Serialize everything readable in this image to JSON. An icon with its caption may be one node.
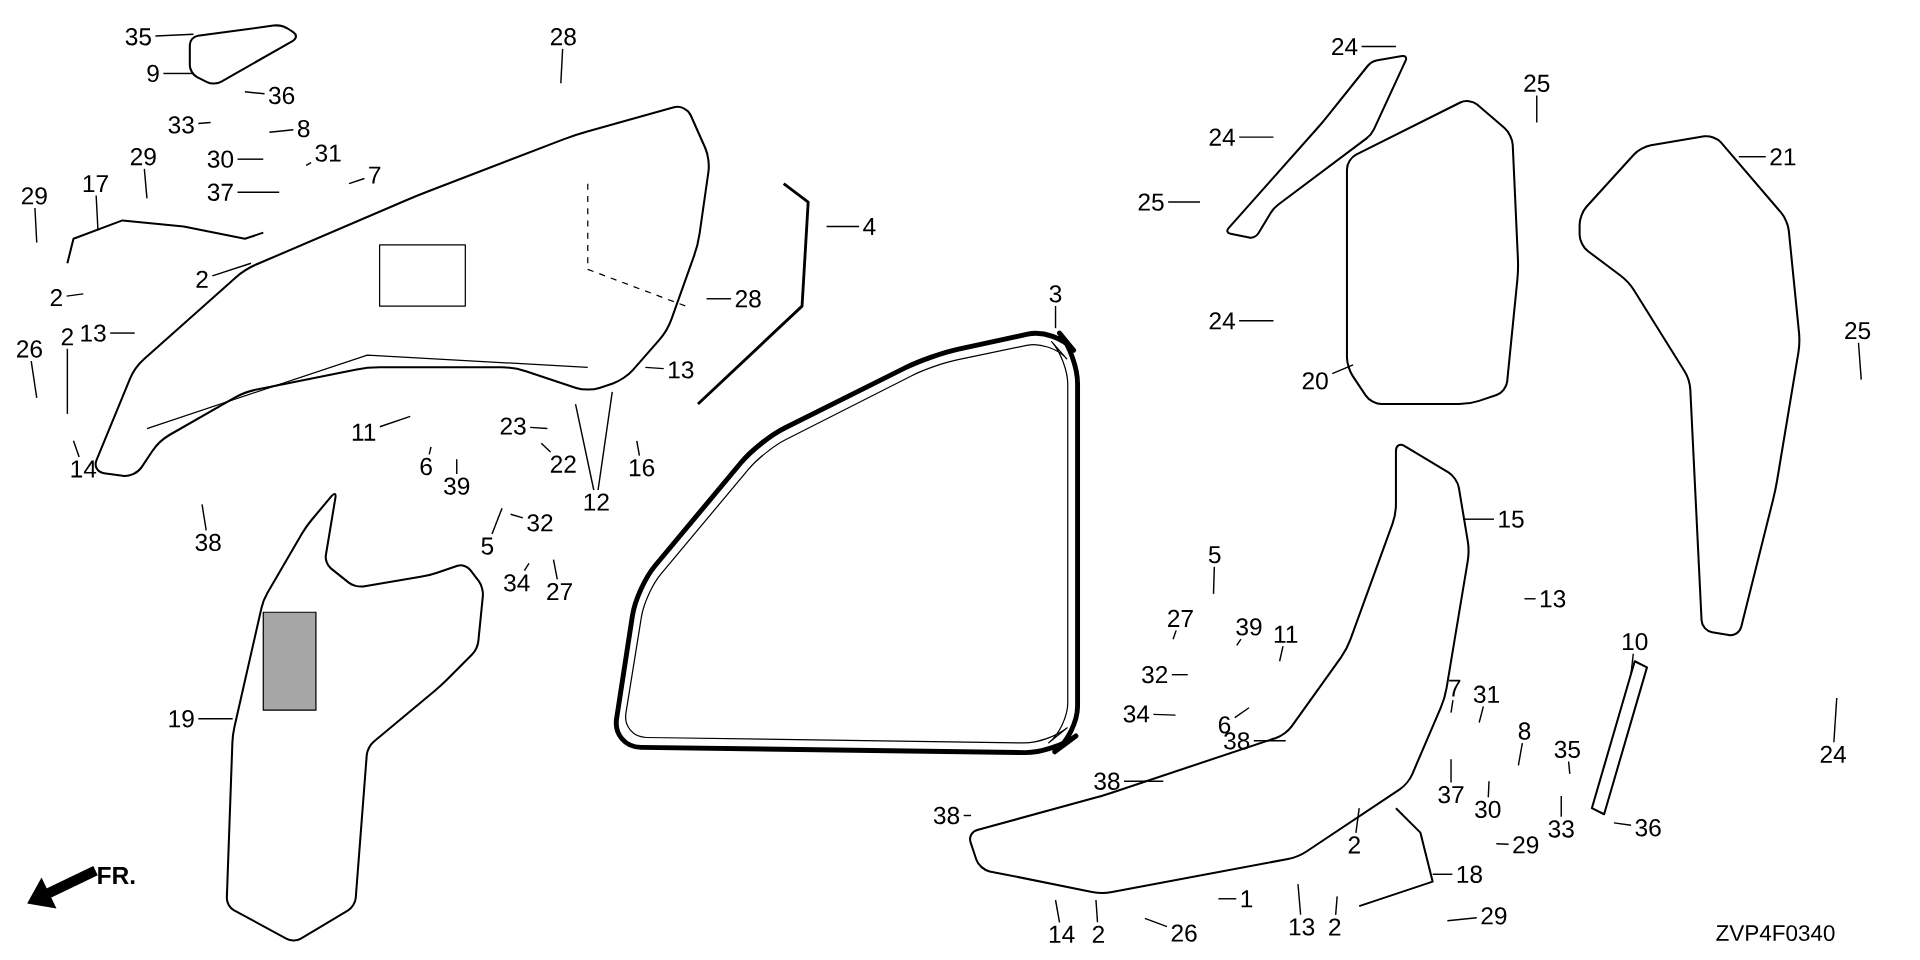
{
  "diagram": {
    "nodes": [
      {
        "text": [
          "35"
        ]
      },
      {
        "text": [
          "9"
        ]
      },
      {
        "text": [
          "36"
        ]
      },
      {
        "text": [
          "33"
        ]
      },
      {
        "text": [
          "8"
        ]
      },
      {
        "text": [
          "30"
        ]
      },
      {
        "text": [
          "31"
        ]
      },
      {
        "text": [
          "37"
        ]
      },
      {
        "text": [
          "7"
        ]
      },
      {
        "text": [
          "29"
        ]
      },
      {
        "text": [
          "17"
        ]
      },
      {
        "text": [
          "29"
        ]
      },
      {
        "text": [
          "2"
        ]
      },
      {
        "text": [
          "2"
        ]
      },
      {
        "text": [
          "13"
        ]
      },
      {
        "text": [
          "26"
        ]
      },
      {
        "text": [
          "2"
        ]
      },
      {
        "text": [
          "14"
        ]
      },
      {
        "text": [
          "38"
        ]
      },
      {
        "text": [
          "11"
        ]
      },
      {
        "text": [
          "6"
        ]
      },
      {
        "text": [
          "39"
        ]
      },
      {
        "text": [
          "5"
        ]
      },
      {
        "text": [
          "32"
        ]
      },
      {
        "text": [
          "34"
        ]
      },
      {
        "text": [
          "27"
        ]
      },
      {
        "text": [
          "22"
        ]
      },
      {
        "text": [
          "23"
        ]
      },
      {
        "text": [
          "12"
        ]
      },
      {
        "text": [
          "16"
        ]
      },
      {
        "text": [
          "13"
        ]
      },
      {
        "text": [
          "28"
        ]
      },
      {
        "text": [
          "28"
        ]
      },
      {
        "text": [
          "4"
        ]
      },
      {
        "text": [
          "3"
        ]
      },
      {
        "text": [
          "24"
        ]
      },
      {
        "text": [
          "25"
        ]
      },
      {
        "text": [
          "24"
        ]
      },
      {
        "text": [
          "25"
        ]
      },
      {
        "text": [
          "24"
        ]
      },
      {
        "text": [
          "20"
        ]
      },
      {
        "text": [
          "21"
        ]
      },
      {
        "text": [
          "25"
        ]
      },
      {
        "text": [
          "24"
        ]
      },
      {
        "text": [
          "15"
        ]
      },
      {
        "text": [
          "13"
        ]
      },
      {
        "text": [
          "5"
        ]
      },
      {
        "text": [
          "27"
        ]
      },
      {
        "text": [
          "39"
        ]
      },
      {
        "text": [
          "11"
        ]
      },
      {
        "text": [
          "32"
        ]
      },
      {
        "text": [
          "34"
        ]
      },
      {
        "text": [
          "6"
        ]
      },
      {
        "text": [
          "38"
        ]
      },
      {
        "text": [
          "38"
        ]
      },
      {
        "text": [
          "38"
        ]
      },
      {
        "text": [
          "10"
        ]
      },
      {
        "text": [
          "31"
        ]
      },
      {
        "text": [
          "8"
        ]
      },
      {
        "text": [
          "37"
        ]
      },
      {
        "text": [
          "30"
        ]
      },
      {
        "text": [
          "35"
        ]
      },
      {
        "text": [
          "33"
        ]
      },
      {
        "text": [
          "36"
        ]
      },
      {
        "text": [
          "29"
        ]
      },
      {
        "text": [
          "18"
        ]
      },
      {
        "text": [
          "29"
        ]
      },
      {
        "text": [
          "2"
        ]
      },
      {
        "text": [
          "1"
        ]
      },
      {
        "text": [
          "13"
        ]
      },
      {
        "text": [
          "2"
        ]
      },
      {
        "text": [
          "14"
        ]
      },
      {
        "text": [
          "2"
        ]
      },
      {
        "text": [
          "26"
        ]
      },
      {
        "text": [
          "19"
        ]
      },
      {
        "text": [
          "7"
        ]
      }
    ],
    "edges": [
      {
        "from": 0,
        "to": null,
        "arrow": "none"
      },
      {
        "from": 1,
        "to": null,
        "arrow": "none"
      },
      {
        "from": 2,
        "to": null,
        "arrow": "none"
      },
      {
        "from": 3,
        "to": null,
        "arrow": "none"
      },
      {
        "from": 4,
        "to": null,
        "arrow": "none"
      },
      {
        "from": 5,
        "to": null,
        "arrow": "none"
      },
      {
        "from": 6,
        "to": null,
        "arrow": "none"
      },
      {
        "from": 7,
        "to": null,
        "arrow": "none"
      },
      {
        "from": 8,
        "to": null,
        "arrow": "none"
      },
      {
        "from": 9,
        "to": null,
        "arrow": "none"
      },
      {
        "from": 10,
        "to": null,
        "arrow": "none"
      },
      {
        "from": 11,
        "to": null,
        "arrow": "none"
      },
      {
        "from": 12,
        "to": null,
        "arrow": "none"
      },
      {
        "from": 13,
        "to": null,
        "arrow": "none"
      },
      {
        "from": 14,
        "to": null,
        "arrow": "none"
      },
      {
        "from": 15,
        "to": null,
        "arrow": "none"
      },
      {
        "from": 16,
        "to": null,
        "arrow": "none"
      },
      {
        "from": 17,
        "to": null,
        "arrow": "none"
      },
      {
        "from": 18,
        "to": null,
        "arrow": "none"
      },
      {
        "from": 19,
        "to": null,
        "arrow": "none"
      },
      {
        "from": 20,
        "to": null,
        "arrow": "none"
      },
      {
        "from": 21,
        "to": null,
        "arrow": "none"
      },
      {
        "from": 22,
        "to": null,
        "arrow": "none"
      },
      {
        "from": 23,
        "to": null,
        "arrow": "none"
      },
      {
        "from": 24,
        "to": null,
        "arrow": "none"
      },
      {
        "from": 25,
        "to": null,
        "arrow": "none"
      },
      {
        "from": 26,
        "to": null,
        "arrow": "none"
      },
      {
        "from": 27,
        "to": null,
        "arrow": "none"
      },
      {
        "from": 28,
        "to": null,
        "arrow": "none"
      },
      {
        "from": 28,
        "to": null,
        "arrow": "none"
      },
      {
        "from": 29,
        "to": null,
        "arrow": "none"
      },
      {
        "from": 30,
        "to": null,
        "arrow": "none"
      },
      {
        "from": 31,
        "to": null,
        "arrow": "none"
      },
      {
        "from": 32,
        "to": null,
        "arrow": "none"
      },
      {
        "from": 33,
        "to": null,
        "arrow": "none"
      },
      {
        "from": 34,
        "to": null,
        "arrow": "none"
      },
      {
        "from": 35,
        "to": null,
        "arrow": "none"
      },
      {
        "from": 36,
        "to": null,
        "arrow": "none"
      },
      {
        "from": 37,
        "to": null,
        "arrow": "none"
      },
      {
        "from": 38,
        "to": null,
        "arrow": "none"
      },
      {
        "from": 39,
        "to": null,
        "arrow": "none"
      },
      {
        "from": 40,
        "to": null,
        "arrow": "none"
      },
      {
        "from": 41,
        "to": null,
        "arrow": "none"
      },
      {
        "from": 42,
        "to": null,
        "arrow": "none"
      },
      {
        "from": 43,
        "to": null,
        "arrow": "none"
      },
      {
        "from": 44,
        "to": null,
        "arrow": "none"
      },
      {
        "from": 45,
        "to": null,
        "arrow": "none"
      },
      {
        "from": 46,
        "to": null,
        "arrow": "none"
      },
      {
        "from": 47,
        "to": null,
        "arrow": "none"
      },
      {
        "from": 48,
        "to": null,
        "arrow": "none"
      },
      {
        "from": 49,
        "to": null,
        "arrow": "none"
      },
      {
        "from": 50,
        "to": null,
        "arrow": "none"
      },
      {
        "from": 51,
        "to": null,
        "arrow": "none"
      },
      {
        "from": 52,
        "to": null,
        "arrow": "none"
      },
      {
        "from": 53,
        "to": null,
        "arrow": "none"
      },
      {
        "from": 54,
        "to": null,
        "arrow": "none"
      },
      {
        "from": 55,
        "to": null,
        "arrow": "none"
      },
      {
        "from": 56,
        "to": null,
        "arrow": "none"
      },
      {
        "from": 57,
        "to": null,
        "arrow": "none"
      },
      {
        "from": 58,
        "to": null,
        "arrow": "none"
      },
      {
        "from": 59,
        "to": null,
        "arrow": "none"
      },
      {
        "from": 60,
        "to": null,
        "arrow": "none"
      },
      {
        "from": 61,
        "to": null,
        "arrow": "none"
      },
      {
        "from": 62,
        "to": null,
        "arrow": "none"
      },
      {
        "from": 63,
        "to": null,
        "arrow": "none"
      },
      {
        "from": 64,
        "to": null,
        "arrow": "none"
      },
      {
        "from": 65,
        "to": null,
        "arrow": "none"
      },
      {
        "from": 66,
        "to": null,
        "arrow": "none"
      },
      {
        "from": 67,
        "to": null,
        "arrow": "none"
      },
      {
        "from": 68,
        "to": null,
        "arrow": "none"
      },
      {
        "from": 69,
        "to": null,
        "arrow": "none"
      },
      {
        "from": 70,
        "to": null,
        "arrow": "none"
      },
      {
        "from": 71,
        "to": null,
        "arrow": "none"
      },
      {
        "from": 72,
        "to": null,
        "arrow": "none"
      },
      {
        "from": 73,
        "to": null,
        "arrow": "none"
      },
      {
        "from": 74,
        "to": null,
        "arrow": "none"
      },
      {
        "from": 75,
        "to": null,
        "arrow": "none"
      }
    ],
    "labels": [
      "FR.",
      "ZVP4F0340"
    ]
  }
}
